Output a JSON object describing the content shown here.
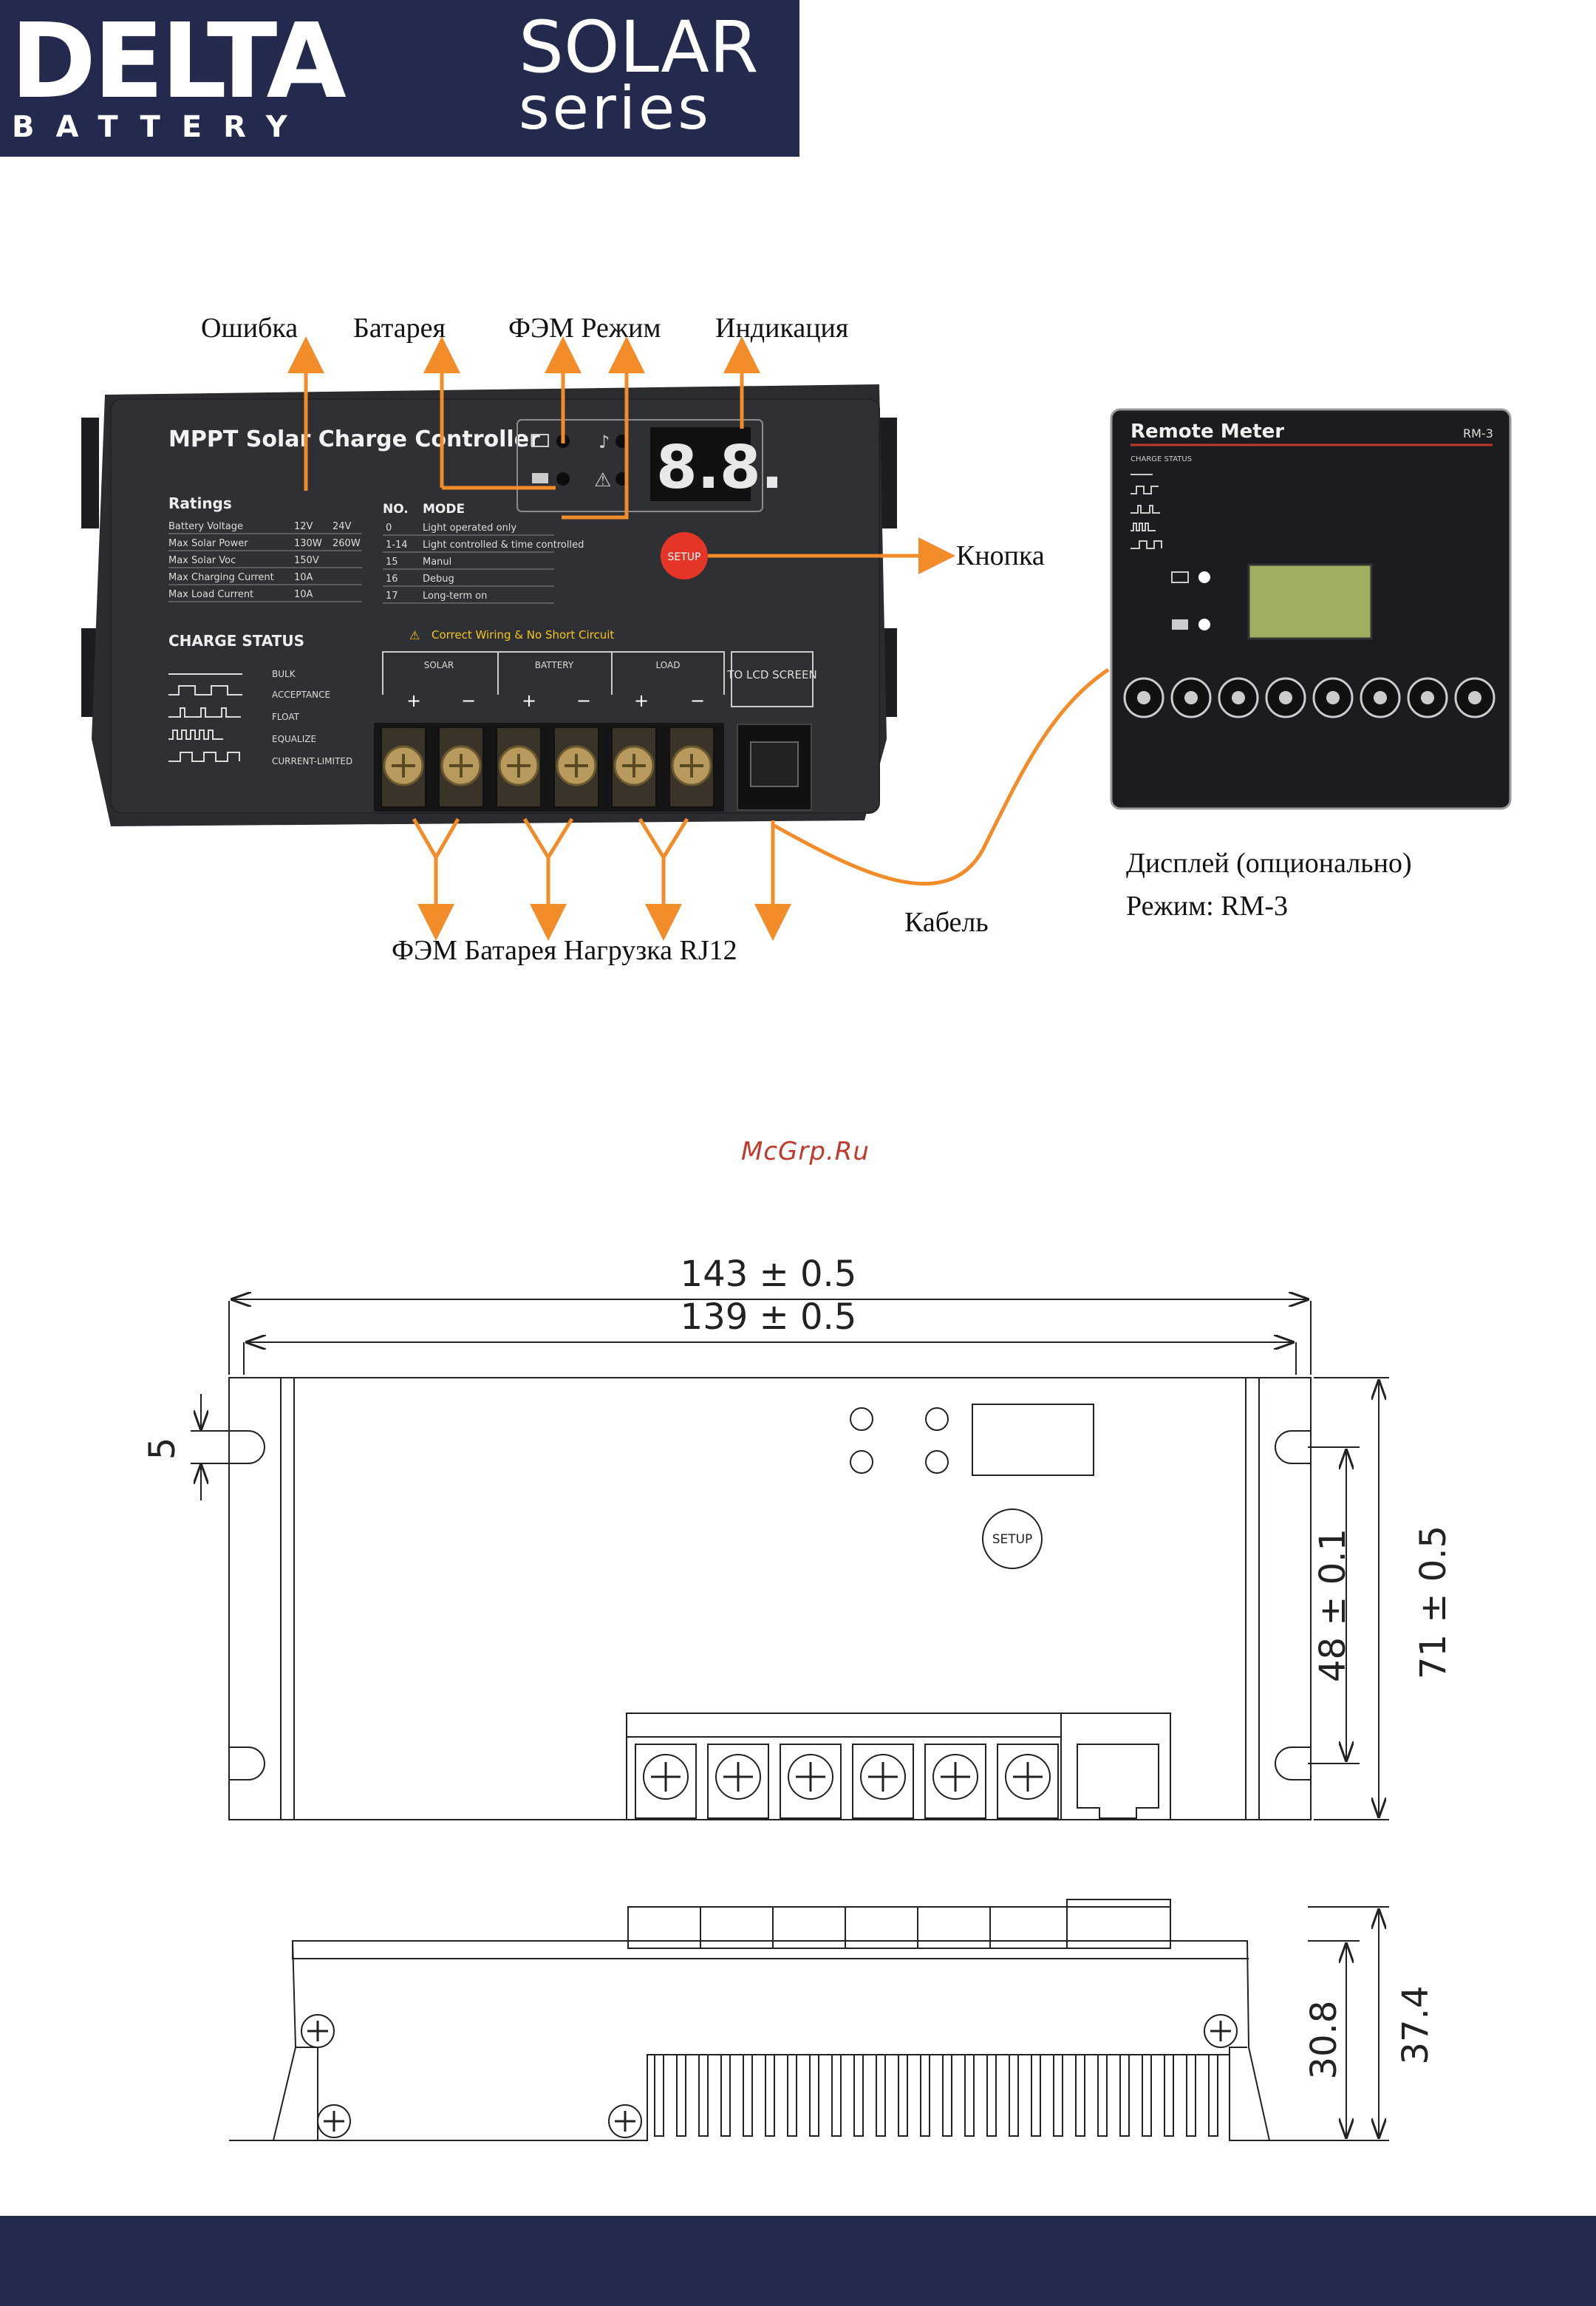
{
  "brand": {
    "name": "DELTA",
    "sub": "BATTERY",
    "line1": "SOLAR",
    "line2": "series"
  },
  "top_labels": {
    "error": "Ошибка",
    "battery": "Батарея",
    "pv_mode": "ФЭМ Режим",
    "indication": "Индикация"
  },
  "button_label": "Кнопка",
  "bottom_labels": {
    "terminals": "ФЭМ Батарея  Нагрузка RJ12",
    "cable": "Кабель"
  },
  "display_note": {
    "line1": "Дисплей (опционально)",
    "line2": "Режим: RM-3"
  },
  "controller": {
    "title": "MPPT Solar Charge Controller",
    "ratings_title": "Ratings",
    "ratings": [
      [
        "Battery Voltage",
        "12V",
        "24V"
      ],
      [
        "Max Solar Power",
        "130W",
        "260W"
      ],
      [
        "Max Solar Voc",
        "150V",
        ""
      ],
      [
        "Max Charging Current",
        "10A",
        ""
      ],
      [
        "Max Load Current",
        "10A",
        ""
      ]
    ],
    "mode_head": [
      "NO.",
      "MODE"
    ],
    "modes": [
      [
        "0",
        "Light operated only"
      ],
      [
        "1-14",
        "Light controlled & time controlled"
      ],
      [
        "15",
        "Manul"
      ],
      [
        "16",
        "Debug"
      ],
      [
        "17",
        "Long-term on"
      ]
    ],
    "charge_status_title": "CHARGE STATUS",
    "charge_status": [
      "BULK",
      "ACCEPTANCE",
      "FLOAT",
      "EQUALIZE",
      "CURRENT-LIMITED"
    ],
    "warning": "Correct Wiring & No Short Circuit",
    "groups": [
      "SOLAR",
      "BATTERY",
      "LOAD"
    ],
    "lcd_port": "TO LCD SCREEN",
    "setup": "SETUP",
    "digits": "8.8."
  },
  "meter": {
    "title": "Remote Meter",
    "model": "RM-3",
    "status_title": "CHARGE STATUS"
  },
  "dims": {
    "w_outer": "143 ± 0.5",
    "w_inner": "139 ± 0.5",
    "slot": "5",
    "h_holes": "48 ± 0.1",
    "h_total": "71 ± 0.5",
    "side_low": "30.8",
    "side_high": "37.4",
    "setup": "SETUP"
  },
  "watermark": "McGrp.Ru",
  "colors": {
    "navy": "#242a4d",
    "arrow": "#f28c28",
    "device": "#2b2c30",
    "setup_btn": "#e53527"
  }
}
